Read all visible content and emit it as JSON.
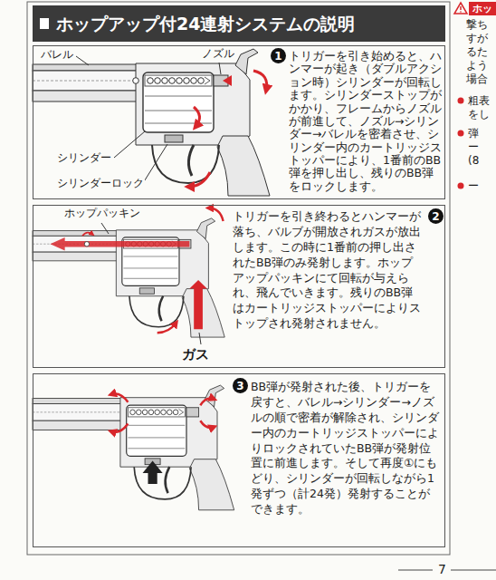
{
  "diagram": {
    "title": "ホップアップ付24連射システムの説明",
    "nodes": [
      {
        "text": [
          "トリガーを引き始めると、ハンマーが起き（ダブルアクション時）シリンダーが回転します。シリンダーストップがかかり、フレームからノズルが前進して、ノズル→シリンダー→バレルを密着させ、シリンダー内のカートリッジストッパーにより、1番前のBB弾を押し出し、残りのBB弾をロックします。"
        ]
      },
      {
        "text": [
          "1"
        ],
        "in": 0
      },
      {
        "text": [
          "トリガーを引き終わるとハンマーが落ち、バルブが開放されガスが放出します。この時に1番前の押し出されたBB弾のみ発射します。ホップアップパッキンにて回転が与えられ、飛んでいきます。残りのBB弾はカートリッジストッパーによりストップされ発射されません。"
        ]
      },
      {
        "text": [
          "2"
        ],
        "in": 2
      },
      {
        "text": [
          "BB弾が発射された後、トリガーを戻すと、バレル→シリンダー→ノズルの順で密着が解除され、シリンダー内のカートリッジストッパーによりロックされていたBB弾が発射位置に前進します。そして再度①にもどり、シリンダーが回転しながら1発ずつ（計24発）発射することができます。"
        ]
      },
      {
        "text": [
          "3"
        ],
        "in": 4
      },
      {
        "text": [
          "ホッ"
        ]
      }
    ],
    "labels": [
      "バレル",
      "ノズル",
      "シリンダー",
      "シリンダーロック",
      "ホップパッキン",
      "ガス",
      "撃ち",
      "すが",
      "るた",
      "よう",
      "場合",
      "粗表",
      "をし",
      "弾",
      "ー",
      "(8",
      "ー",
      "7"
    ]
  }
}
